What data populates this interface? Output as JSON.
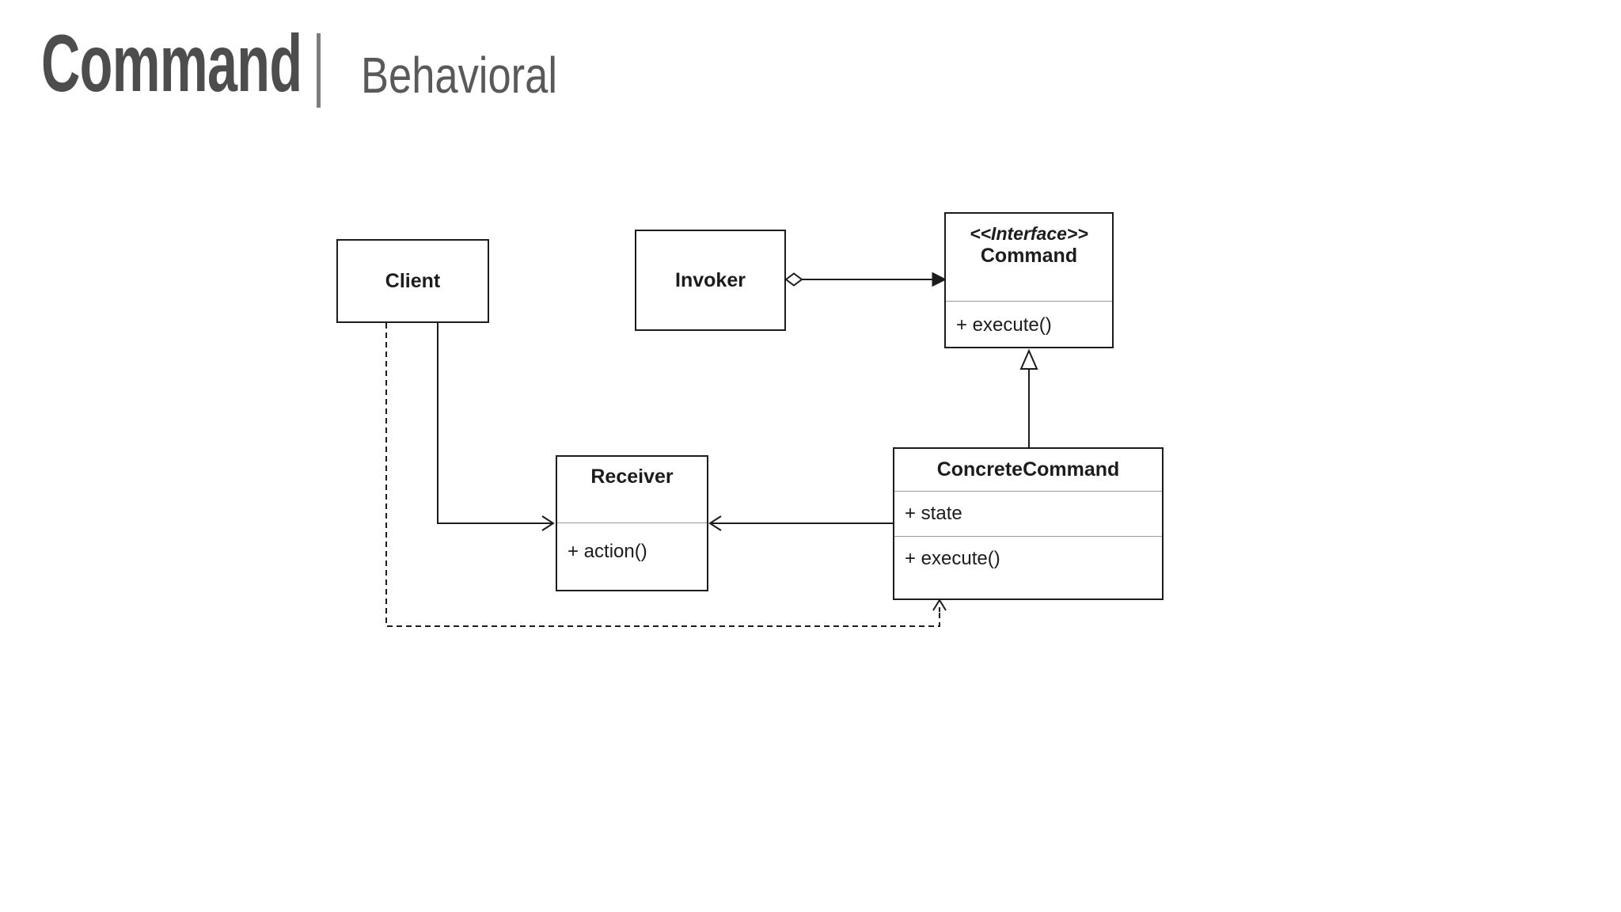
{
  "header": {
    "title": "Command",
    "separator": "|",
    "category": "Behavioral"
  },
  "diagram": {
    "classes": {
      "client": {
        "name": "Client"
      },
      "invoker": {
        "name": "Invoker"
      },
      "command": {
        "stereotype": "<<Interface>>",
        "name": "Command",
        "methods": [
          "+ execute()"
        ]
      },
      "receiver": {
        "name": "Receiver",
        "methods": [
          "+ action()"
        ]
      },
      "concreteCommand": {
        "name": "ConcreteCommand",
        "attributes": [
          "+ state"
        ],
        "methods": [
          "+ execute()"
        ]
      }
    },
    "relationships": [
      {
        "from": "Invoker",
        "to": "Command",
        "type": "aggregation",
        "line": "solid",
        "head": "filled-arrow",
        "tail": "open-diamond"
      },
      {
        "from": "ConcreteCommand",
        "to": "Command",
        "type": "realization",
        "line": "solid",
        "head": "hollow-triangle"
      },
      {
        "from": "Client",
        "to": "Receiver",
        "type": "association",
        "line": "solid",
        "head": "open-arrow"
      },
      {
        "from": "ConcreteCommand",
        "to": "Receiver",
        "type": "association",
        "line": "solid",
        "head": "open-arrow"
      },
      {
        "from": "Client",
        "to": "ConcreteCommand",
        "type": "dependency",
        "line": "dashed",
        "head": "open-arrow"
      }
    ]
  },
  "colors": {
    "background": "#ffffff",
    "line": "#1c1c1c",
    "title_text": "#4d4d4d",
    "subtitle_text": "#595959",
    "separator": "#7d7d7d",
    "section_divider": "#9a9a9a"
  }
}
